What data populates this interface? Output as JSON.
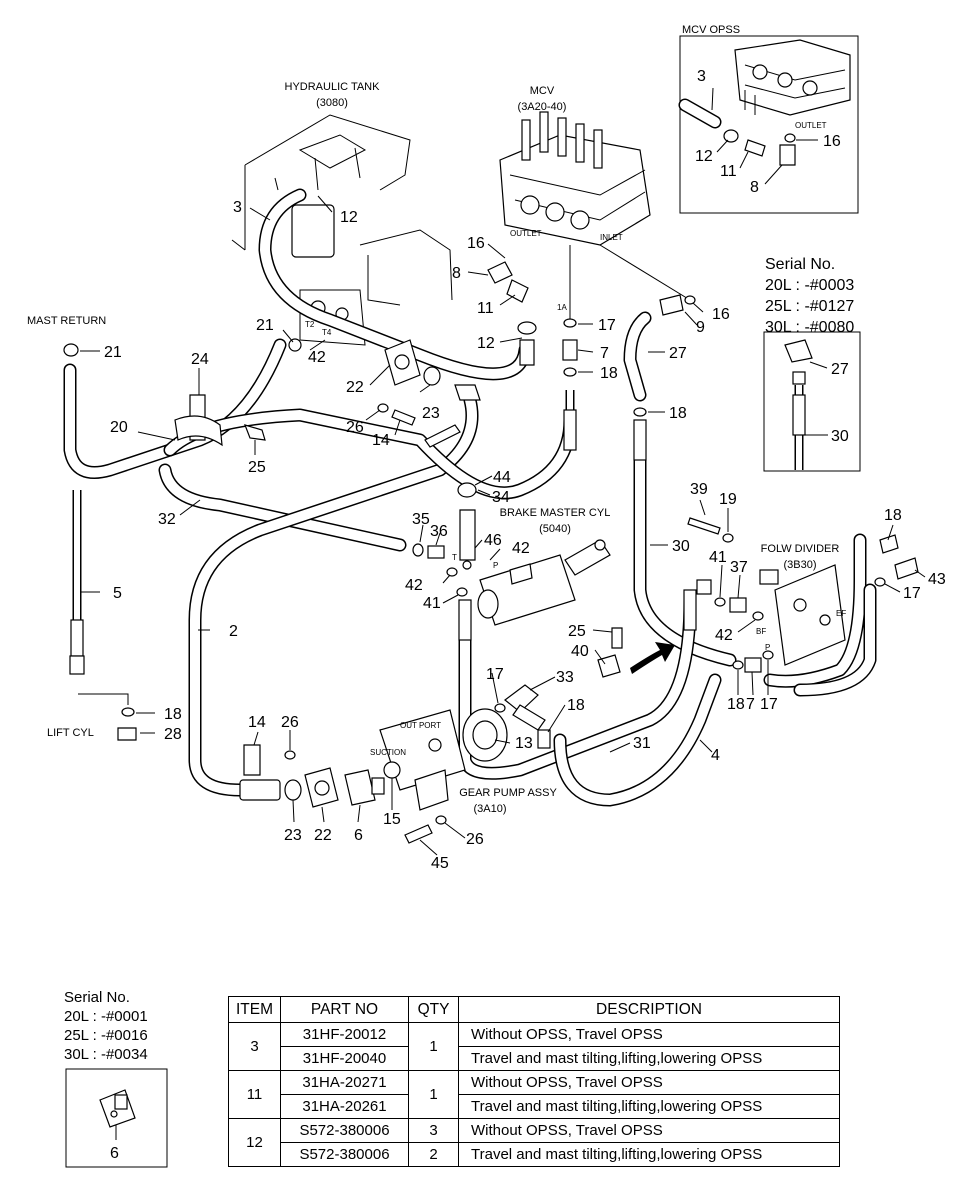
{
  "diagram": {
    "labels": {
      "hydraulic_tank": "HYDRAULIC TANK",
      "hydraulic_tank_code": "(3080)",
      "mcv": "MCV",
      "mcv_code": "(3A20-40)",
      "mcv_opss": "MCV OPSS",
      "mast_return": "MAST RETURN",
      "lift_cyl": "LIFT CYL",
      "brake_master_cyl": "BRAKE MASTER CYL",
      "brake_master_code": "(5040)",
      "flow_divider": "FOLW DIVIDER",
      "flow_divider_code": "(3B30)",
      "gear_pump": "GEAR PUMP ASSY",
      "gear_pump_code": "(3A10)",
      "outlet": "OUTLET",
      "inlet": "INLET",
      "outlet_opss": "OUTLET",
      "out_port": "OUT PORT",
      "suction": "SUCTION",
      "port_1a": "1A",
      "port_t2": "T2",
      "port_t4": "T4",
      "port_t": "T",
      "port_p": "P",
      "port_bf": "BF",
      "port_ef": "EF",
      "port_p2": "P"
    },
    "callouts": {
      "c3": "3",
      "c12": "12",
      "c16": "16",
      "c8": "8",
      "c11": "11",
      "c12b": "12",
      "c21": "21",
      "c21b": "21",
      "c42": "42",
      "c24": "24",
      "c20": "20",
      "c22": "22",
      "c23": "23",
      "c26": "26",
      "c14": "14",
      "c25": "25",
      "c32": "32",
      "c2": "2",
      "c5": "5",
      "c18": "18",
      "c28": "28",
      "c17": "17",
      "c7": "7",
      "c18b": "18",
      "c16b": "16",
      "c9": "9",
      "c27": "27",
      "c18c": "18",
      "c44": "44",
      "c34": "34",
      "c35": "35",
      "c36": "36",
      "c46": "46",
      "c42b": "42",
      "c42c": "42",
      "c41": "41",
      "c30": "30",
      "c39": "39",
      "c19": "19",
      "c41b": "41",
      "c37": "37",
      "c42d": "42",
      "c18d": "18",
      "c43": "43",
      "c17b": "17",
      "c18e": "18",
      "c7b": "7",
      "c17c": "17",
      "c25b": "25",
      "c40": "40",
      "c33": "33",
      "c17d": "17",
      "c18f": "18",
      "c13": "13",
      "c31": "31",
      "c4": "4",
      "c14b": "14",
      "c26b": "26",
      "c23b": "23",
      "c22b": "22",
      "c6": "6",
      "c15": "15",
      "c45": "45",
      "c26c": "26",
      "o3": "3",
      "o12": "12",
      "o11": "11",
      "o8": "8",
      "o16": "16",
      "s27": "27",
      "s30": "30",
      "b6": "6"
    }
  },
  "serial_right": {
    "title": "Serial No.",
    "lines": [
      "20L : -#0003",
      "25L : -#0127",
      "30L : -#0080"
    ]
  },
  "serial_left": {
    "title": "Serial No.",
    "lines": [
      "20L : -#0001",
      "25L : -#0016",
      "30L : -#0034"
    ]
  },
  "table": {
    "headers": [
      "ITEM",
      "PART NO",
      "QTY",
      "DESCRIPTION"
    ],
    "groups": [
      {
        "item": "3",
        "qty": "1",
        "rows": [
          {
            "part": "31HF-20012",
            "desc": "Without OPSS, Travel OPSS"
          },
          {
            "part": "31HF-20040",
            "desc": "Travel and mast tilting,lifting,lowering OPSS"
          }
        ]
      },
      {
        "item": "11",
        "qty": "1",
        "rows": [
          {
            "part": "31HA-20271",
            "desc": "Without OPSS, Travel OPSS"
          },
          {
            "part": "31HA-20261",
            "desc": "Travel and mast tilting,lifting,lowering OPSS"
          }
        ]
      },
      {
        "item": "12",
        "rows": [
          {
            "part": "S572-380006",
            "qty": "3",
            "desc": "Without OPSS, Travel OPSS"
          },
          {
            "part": "S572-380006",
            "qty": "2",
            "desc": "Travel and mast tilting,lifting,lowering OPSS"
          }
        ]
      }
    ]
  }
}
